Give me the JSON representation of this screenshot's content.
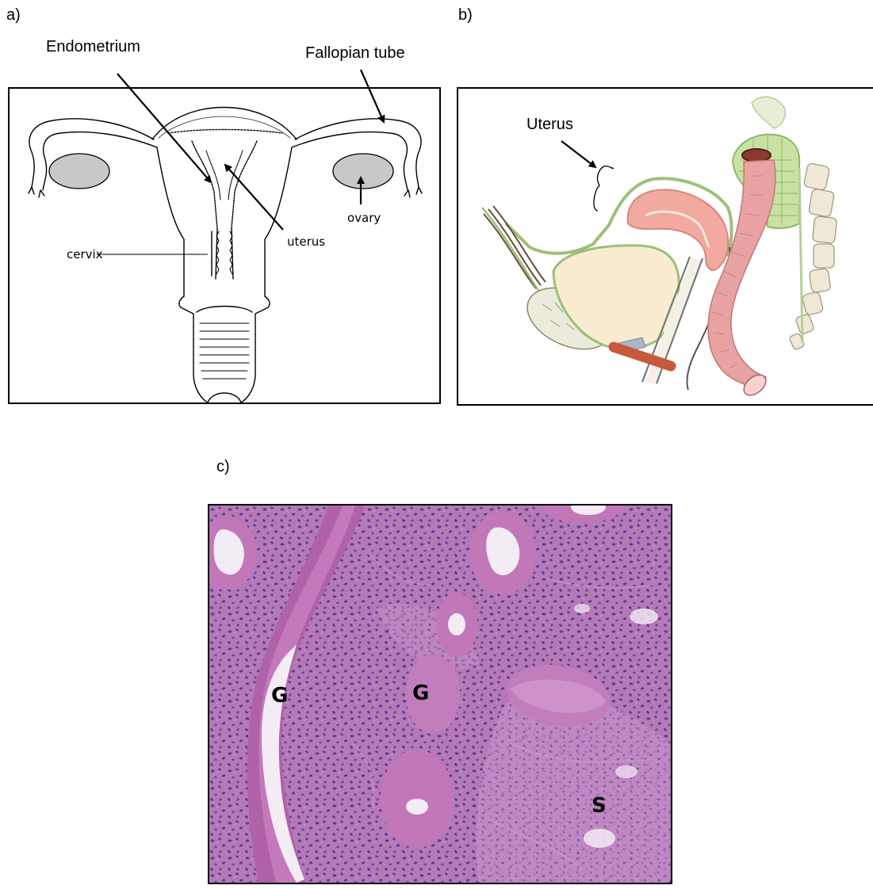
{
  "panels": {
    "a": {
      "letter": "a)",
      "callouts": {
        "endometrium": "Endometrium",
        "fallopian_tube": "Fallopian tube"
      },
      "labels": {
        "ovary": "ovary",
        "uterus": "uterus",
        "cervix": "cervix"
      }
    },
    "b": {
      "letter": "b)",
      "labels": {
        "uterus": "Uterus"
      }
    },
    "c": {
      "letter": "c)",
      "labels": {
        "gland_left": "G",
        "gland_center": "G",
        "stroma": "S"
      }
    }
  },
  "colors": {
    "ovary_fill": "#c8c8c8",
    "uterus_pink": "#f2a9a0",
    "peritoneum_green": "#9cc07a",
    "bladder_cream": "#faecd0",
    "rectum_pink": "#e8a2a2",
    "tissue_base": "#b56fb2",
    "nuclei": "#5a3c9a",
    "gland_lumen": "#f3ecf5"
  }
}
